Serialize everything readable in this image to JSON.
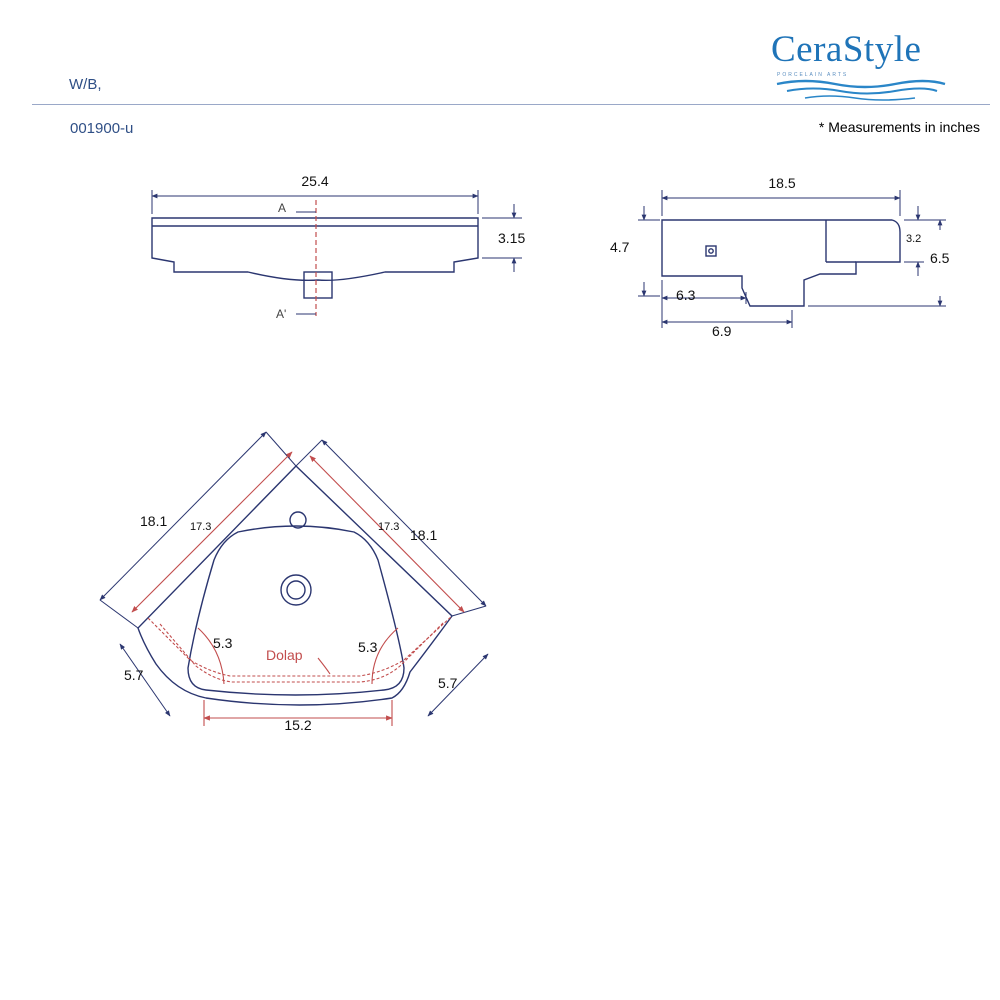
{
  "header": {
    "model_line": "W/B,",
    "code": "001900-u",
    "note": "* Measurements in inches"
  },
  "logo": {
    "wordmark": "CeraStyle",
    "tagline": "PORCELAIN ARTS",
    "color": "#1f74b8"
  },
  "front_view": {
    "width": "25.4",
    "height": "3.15",
    "section_top": "A",
    "section_bottom": "A'"
  },
  "side_view": {
    "depth": "18.5",
    "overall_height": "4.7",
    "rim_height": "3.2",
    "total_height": "6.5",
    "drain_offset": "6.3",
    "drain_width": "6.9"
  },
  "top_view": {
    "side_left": "18.1",
    "side_right": "18.1",
    "inner_left": "17.3",
    "inner_right": "17.3",
    "front_left": "5.7",
    "front_right": "5.7",
    "radius_left": "5.3",
    "radius_right": "5.3",
    "front_width": "15.2",
    "cabinet_label": "Dolap"
  },
  "colors": {
    "line": "#2b3670",
    "cabinet": "#c24d4d",
    "header_text": "#2f4f86"
  }
}
